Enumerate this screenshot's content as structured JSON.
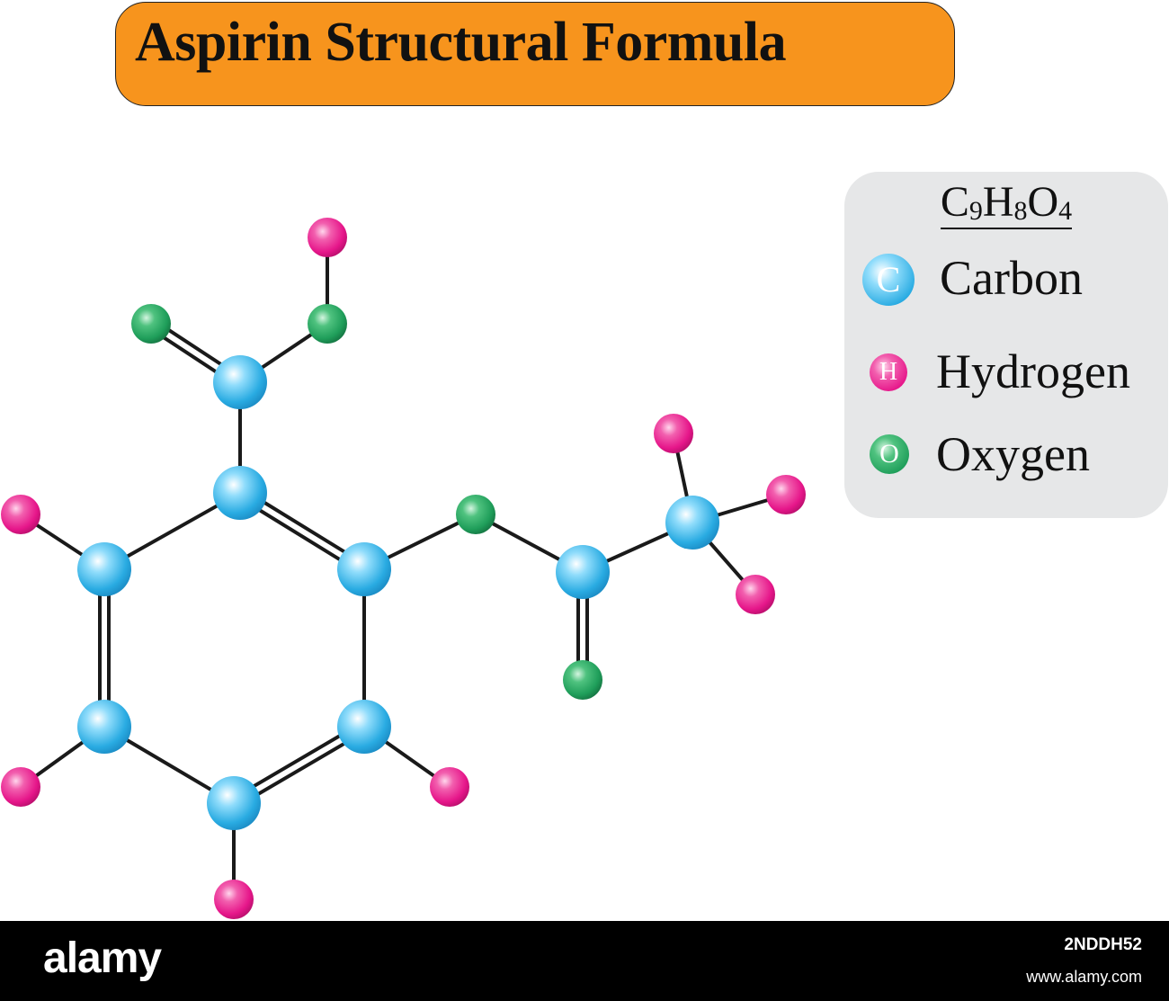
{
  "title": "Aspirin Structural Formula",
  "formula": {
    "C": "C",
    "c_count": "9",
    "H": "H",
    "h_count": "8",
    "O": "O",
    "o_count": "4"
  },
  "legend": [
    {
      "symbol": "C",
      "label": "Carbon",
      "color": "#29abe2"
    },
    {
      "symbol": "H",
      "label": "Hydrogen",
      "color": "#e6168a"
    },
    {
      "symbol": "O",
      "label": "Oxygen",
      "color": "#1f9e5a"
    }
  ],
  "molecule": {
    "atoms": [
      {
        "id": "c1",
        "element": "C"
      },
      {
        "id": "c2",
        "element": "C"
      },
      {
        "id": "c3",
        "element": "C"
      },
      {
        "id": "c4",
        "element": "C"
      },
      {
        "id": "c5",
        "element": "C"
      },
      {
        "id": "c6",
        "element": "C"
      },
      {
        "id": "c7",
        "element": "C"
      },
      {
        "id": "c8",
        "element": "C"
      },
      {
        "id": "c9",
        "element": "C"
      },
      {
        "id": "o1",
        "element": "O"
      },
      {
        "id": "o2",
        "element": "O"
      },
      {
        "id": "o3",
        "element": "O"
      },
      {
        "id": "o4",
        "element": "O"
      },
      {
        "id": "h1",
        "element": "H"
      },
      {
        "id": "h2",
        "element": "H"
      },
      {
        "id": "h3",
        "element": "H"
      },
      {
        "id": "h4",
        "element": "H"
      },
      {
        "id": "h5",
        "element": "H"
      },
      {
        "id": "h6",
        "element": "H"
      },
      {
        "id": "h7",
        "element": "H"
      },
      {
        "id": "h8",
        "element": "H"
      }
    ],
    "bonds": [
      {
        "a": "c1",
        "b": "c2",
        "order": 2
      },
      {
        "a": "c2",
        "b": "c3",
        "order": 1
      },
      {
        "a": "c3",
        "b": "c4",
        "order": 2
      },
      {
        "a": "c4",
        "b": "c5",
        "order": 1
      },
      {
        "a": "c5",
        "b": "c6",
        "order": 2
      },
      {
        "a": "c6",
        "b": "c1",
        "order": 1
      },
      {
        "a": "c1",
        "b": "c7",
        "order": 1
      },
      {
        "a": "c7",
        "b": "o1",
        "order": 2
      },
      {
        "a": "c7",
        "b": "o2",
        "order": 1
      },
      {
        "a": "o2",
        "b": "h1",
        "order": 1
      },
      {
        "a": "c2",
        "b": "o3",
        "order": 1
      },
      {
        "a": "o3",
        "b": "c8",
        "order": 1
      },
      {
        "a": "c8",
        "b": "o4",
        "order": 2
      },
      {
        "a": "c8",
        "b": "c9",
        "order": 1
      },
      {
        "a": "c9",
        "b": "h2",
        "order": 1
      },
      {
        "a": "c9",
        "b": "h3",
        "order": 1
      },
      {
        "a": "c9",
        "b": "h4",
        "order": 1
      },
      {
        "a": "c6",
        "b": "h5",
        "order": 1
      },
      {
        "a": "c5",
        "b": "h6",
        "order": 1
      },
      {
        "a": "c4",
        "b": "h7",
        "order": 1
      },
      {
        "a": "c3",
        "b": "h8",
        "order": 1
      }
    ]
  },
  "footer": {
    "brand": "alamy",
    "image_id": "2NDDH52",
    "url": "www.alamy.com"
  }
}
